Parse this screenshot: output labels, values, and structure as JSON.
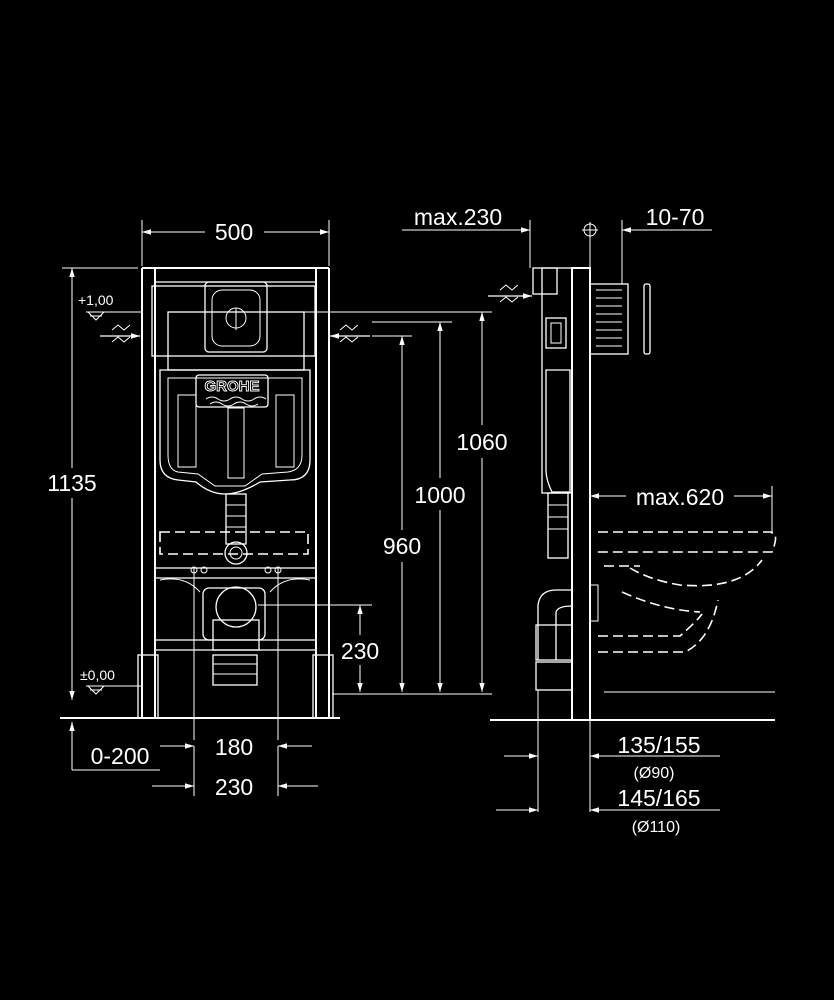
{
  "front_view": {
    "width_label": "500",
    "height_label": "1135",
    "level_top_label": "+1,00",
    "level_bottom_label": "±0,00",
    "dim_1060_label": "1060",
    "dim_1000_label": "1000",
    "dim_960_label": "960",
    "dim_230_label": "230",
    "offset_label": "0-200",
    "spacing_180_label": "180",
    "spacing_230_label": "230",
    "brand_logo": "GROHE"
  },
  "side_view": {
    "max_230_label": "max.230",
    "range_10_70_label": "10-70",
    "max_620_label": "max.620",
    "dim_135_155_label": "135/155",
    "pipe_90_label": "(Ø90)",
    "dim_145_165_label": "145/165",
    "pipe_110_label": "(Ø110)"
  },
  "colors": {
    "background": "#000000",
    "lines": "#ffffff"
  }
}
